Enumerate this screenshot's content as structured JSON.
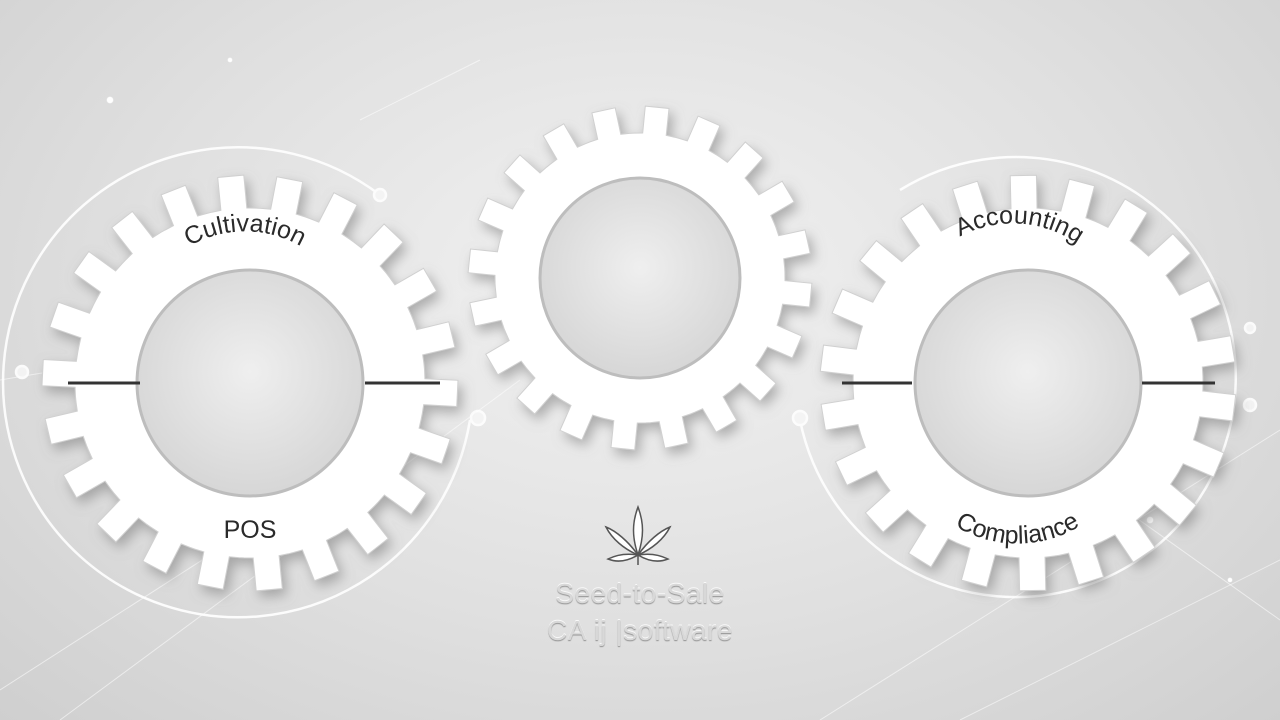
{
  "gears": {
    "left": {
      "top_label": "Cultivation",
      "bottom_label": "POS"
    },
    "center": {},
    "right": {
      "top_label": "Accounting",
      "bottom_label": "Compliance"
    }
  },
  "center_icon": "cannabis-leaf-icon",
  "caption": {
    "line1": "Seed-to-Sale",
    "line2": "CA ij |software"
  },
  "colors": {
    "gear": "#ffffff",
    "gear_shadow": "#9a9a9a",
    "background": "#e4e4e4",
    "label": "#2a2a2a"
  }
}
